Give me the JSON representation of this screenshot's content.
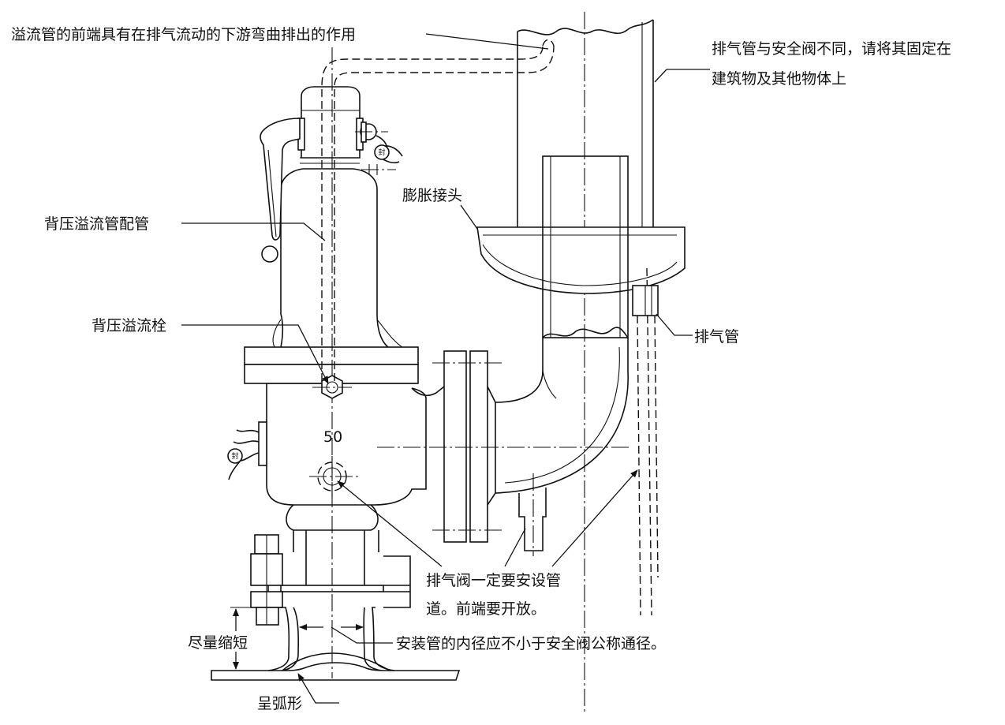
{
  "diagram": {
    "annotations": {
      "overflow_tip": "溢流管的前端具有在排气流动的下游弯曲排出的作用",
      "exhaust_fix_line1": "排气管与安全阀不同，请将其固定在",
      "exhaust_fix_line2": "建筑物及其他物体上",
      "expansion_joint": "膨胀接头",
      "back_pressure_pipe": "背压溢流管配管",
      "exhaust_pipe": "排气管",
      "back_pressure_plug": "背压溢流栓",
      "valve_size": "50",
      "vent_line1": "排气阀一定要安设管",
      "vent_line2": "道。前端要开放。",
      "keep_short": "尽量缩短",
      "inner_diameter": "安装管的内径应不小于安全阀公称通径。",
      "arc_shape": "呈弧形"
    },
    "seal_glyph": "封"
  }
}
